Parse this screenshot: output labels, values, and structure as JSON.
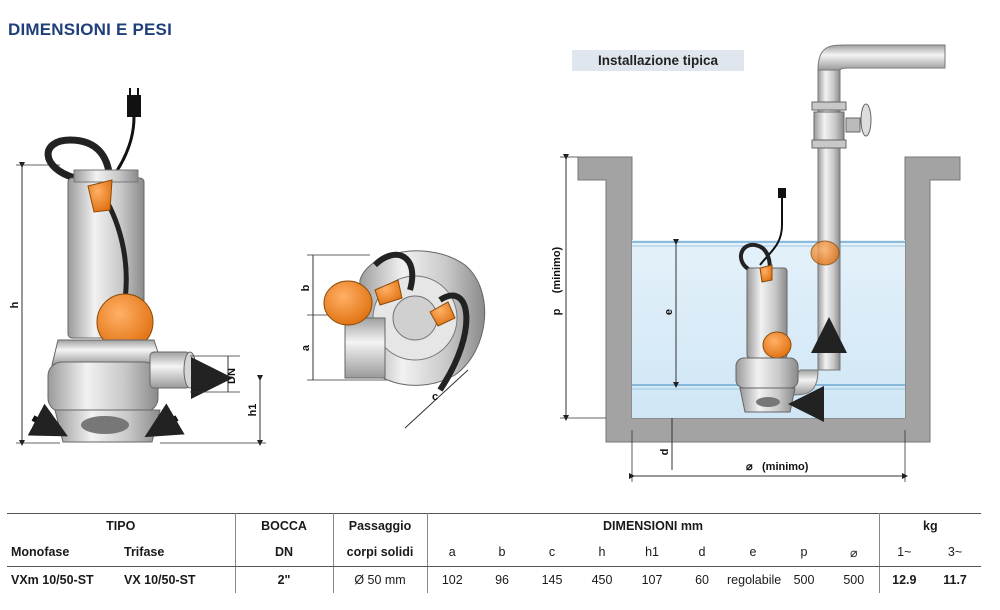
{
  "title": "DIMENSIONI E PESI",
  "install_label": "Installazione tipica",
  "diagram_labels": {
    "h": "h",
    "h1": "h1",
    "DN": "DN",
    "a": "a",
    "b": "b",
    "c": "c",
    "p": "p",
    "p_min": "(minimo)",
    "e": "e",
    "d": "d",
    "diam_symbol": "⌀",
    "diam_min": "(minimo)"
  },
  "table": {
    "header": {
      "tipo": "TIPO",
      "bocca": "BOCCA",
      "passaggio_1": "Passaggio",
      "passaggio_2": "corpi solidi",
      "dimensioni": "DIMENSIONI mm",
      "kg": "kg",
      "monofase": "Monofase",
      "trifase": "Trifase",
      "dn": "DN",
      "cols": [
        "a",
        "b",
        "c",
        "h",
        "h1",
        "d",
        "e",
        "p",
        "⌀"
      ],
      "kg_cols": [
        "1~",
        "3~"
      ]
    },
    "row": {
      "monofase": "VXm 10/50-ST",
      "trifase": "VX 10/50-ST",
      "bocca": "2\"",
      "passaggio": "Ø 50 mm",
      "values": [
        "102",
        "96",
        "145",
        "450",
        "107",
        "60",
        "regolabile",
        "500",
        "500"
      ],
      "kg": [
        "12.9",
        "11.7"
      ]
    }
  }
}
